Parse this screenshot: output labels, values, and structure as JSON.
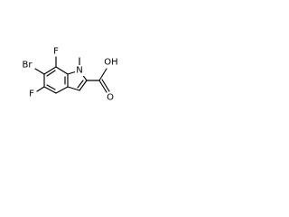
{
  "structure": {
    "atom_labels": {
      "bromine": "Br",
      "fluorine_top": "F",
      "fluorine_bottom": "F",
      "nitrogen": "N",
      "carboxyl": "OH",
      "carbonyl_oxygen": "O"
    },
    "colors": {
      "bond": "#000000",
      "background": "#ffffff"
    }
  }
}
